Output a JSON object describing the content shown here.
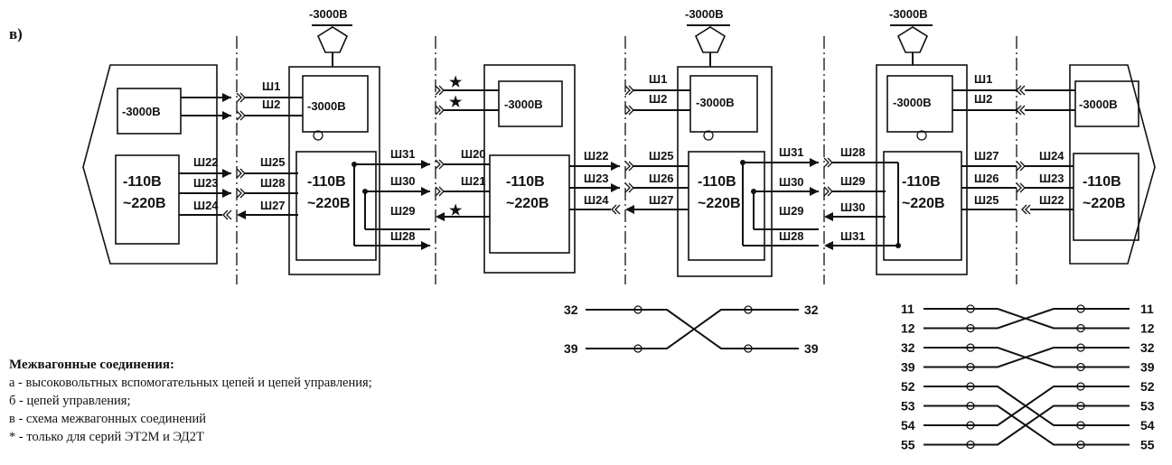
{
  "part_label": "в)",
  "voltage_labels": {
    "hv": "-3000В",
    "hv_top": "-3000В",
    "lv_line1": "-110В",
    "lv_line2": "~220В"
  },
  "connector_labels": {
    "car1_hv": [
      "Ш1",
      "Ш2"
    ],
    "car1_left": [
      "Ш22",
      "Ш23",
      "Ш24"
    ],
    "car1_right": [
      "Ш25",
      "Ш28",
      "Ш27"
    ],
    "car2_out": [
      "Ш31",
      "Ш30",
      "Ш29",
      "Ш28"
    ],
    "car3_in": [
      "Ш20",
      "Ш21"
    ],
    "car3_out": [
      "Ш22",
      "Ш23",
      "Ш24"
    ],
    "car4_hv": [
      "Ш1",
      "Ш2"
    ],
    "car4_in": [
      "Ш25",
      "Ш26",
      "Ш27"
    ],
    "car4_out": [
      "Ш31",
      "Ш30",
      "Ш29",
      "Ш28"
    ],
    "car5_in": [
      "Ш28",
      "Ш29",
      "Ш30",
      "Ш31"
    ],
    "car6_hv": [
      "Ш1",
      "Ш2"
    ],
    "car6_out": [
      "Ш27",
      "Ш26",
      "Ш25"
    ],
    "car7_in": [
      "Ш24",
      "Ш23",
      "Ш22"
    ]
  },
  "star_symbol": "★",
  "crossover_small": {
    "left": [
      "32",
      "39"
    ],
    "right": [
      "32",
      "39"
    ]
  },
  "crossover_large": {
    "left": [
      "11",
      "12",
      "32",
      "39",
      "52",
      "53",
      "54",
      "55"
    ],
    "right": [
      "11",
      "12",
      "32",
      "39",
      "52",
      "53",
      "54",
      "55"
    ]
  },
  "legend": {
    "title": "Межвагонные соединения:",
    "items": [
      "а - высоковольтных вспомогательных цепей и цепей управления;",
      "б - цепей управления;",
      "в - схема межвагонных соединений",
      "* - только для серий ЭТ2М и ЭД2Т"
    ]
  }
}
